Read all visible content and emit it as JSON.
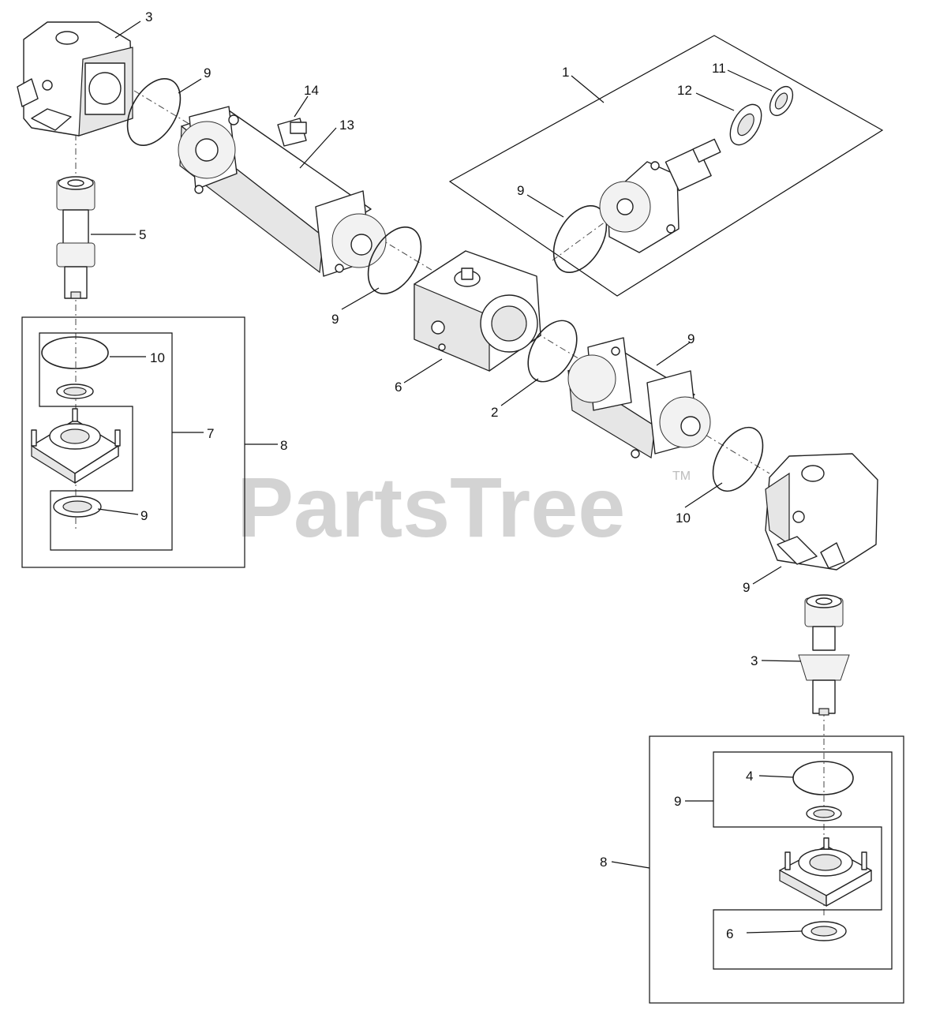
{
  "diagram": {
    "callouts": [
      {
        "id": "c3a",
        "text": "3"
      },
      {
        "id": "c9a",
        "text": "9"
      },
      {
        "id": "c14",
        "text": "14"
      },
      {
        "id": "c13",
        "text": "13"
      },
      {
        "id": "c1",
        "text": "1"
      },
      {
        "id": "c11",
        "text": "11"
      },
      {
        "id": "c12",
        "text": "12"
      },
      {
        "id": "c9b",
        "text": "9"
      },
      {
        "id": "c5",
        "text": "5"
      },
      {
        "id": "c9c",
        "text": "9"
      },
      {
        "id": "c9d",
        "text": "9"
      },
      {
        "id": "c7",
        "text": "7"
      },
      {
        "id": "c8a",
        "text": "8"
      },
      {
        "id": "c6a",
        "text": "6"
      },
      {
        "id": "c2",
        "text": "2"
      },
      {
        "id": "c9e",
        "text": "9"
      },
      {
        "id": "c10a",
        "text": "10"
      },
      {
        "id": "c9f",
        "text": "9"
      },
      {
        "id": "c3b",
        "text": "3"
      },
      {
        "id": "c4",
        "text": "4"
      },
      {
        "id": "c9g",
        "text": "9"
      },
      {
        "id": "c8b",
        "text": "8"
      },
      {
        "id": "c6b",
        "text": "6"
      },
      {
        "id": "c10b",
        "text": "10"
      }
    ]
  },
  "watermark": {
    "text": "PartsTree",
    "trademark": "TM"
  }
}
